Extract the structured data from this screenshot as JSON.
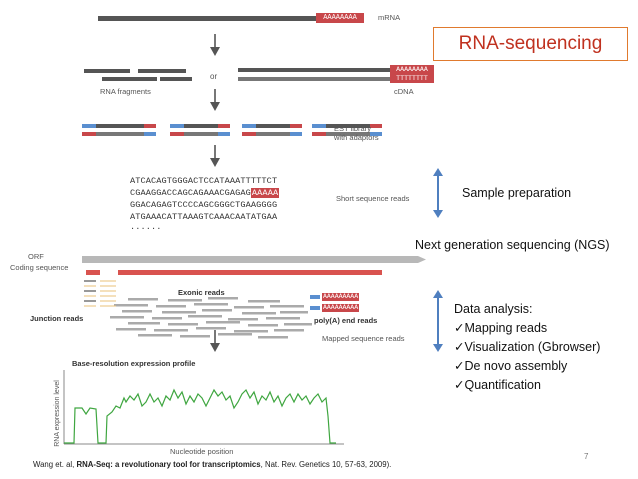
{
  "diagram": {
    "mrna_label": "mRNA",
    "polya_tail": "AAAAAAAA",
    "or_label": "or",
    "cdna_tail_top": "AAAAAAAA",
    "cdna_tail_bottom": "TTTTTTTT",
    "rna_fragments_label": "RNA fragments",
    "cdna_label": "cDNA",
    "est_label_line1": "EST library",
    "est_label_line2": "with adaptors",
    "sequences": [
      {
        "text": "ATCACAGTGGGACTCCATAAATTTTTCT",
        "tail": ""
      },
      {
        "text": "CGAAGGACCAGCAGAAACGAGAG",
        "tail": "AAAAA"
      },
      {
        "text": "GGACAGAGTCCCCAGCGGGCTGAAGGGG",
        "tail": ""
      },
      {
        "text": "ATGAAACATTAAAGTCAAACAATATGAA",
        "tail": ""
      }
    ],
    "ellipsis": "......",
    "short_reads_label": "Short sequence reads",
    "orf_label": "ORF",
    "coding_sequence_label": "Coding sequence",
    "exonic_reads_label": "Exonic reads",
    "junction_reads_label": "Junction reads",
    "polya_reads_label": "poly(A) end reads",
    "mapped_reads_label": "Mapped sequence reads",
    "polya_read_tail": "AAAAAAAAA",
    "profile_title": "Base-resolution expression profile",
    "profile_ylabel": "RNA expression level",
    "profile_xlabel": "Nucleotide position"
  },
  "slide": {
    "title": "RNA-sequencing",
    "sample_prep": "Sample preparation",
    "ngs": "Next generation sequencing (NGS)",
    "data_analysis": "Data analysis:",
    "analysis_items": [
      "✓Mapping reads",
      "✓Visualization (Gbrowser)",
      "✓De novo assembly",
      "✓Quantification"
    ],
    "page_number": "7",
    "citation_authors": "Wang et. al, ",
    "citation_title": "RNA-Seq: a revolutionary tool for transcriptomics",
    "citation_journal": ", Nat. Rev. Genetics 10, 57-63, 2009)."
  },
  "colors": {
    "accent_title": "#c0311f",
    "title_border": "#e07a2e",
    "polya_red": "#c8474a",
    "adaptor_blue": "#5a8fd0",
    "strand_gray": "#555555",
    "blue_arrow": "#4f7fbf",
    "profile_green": "#3fa640"
  }
}
